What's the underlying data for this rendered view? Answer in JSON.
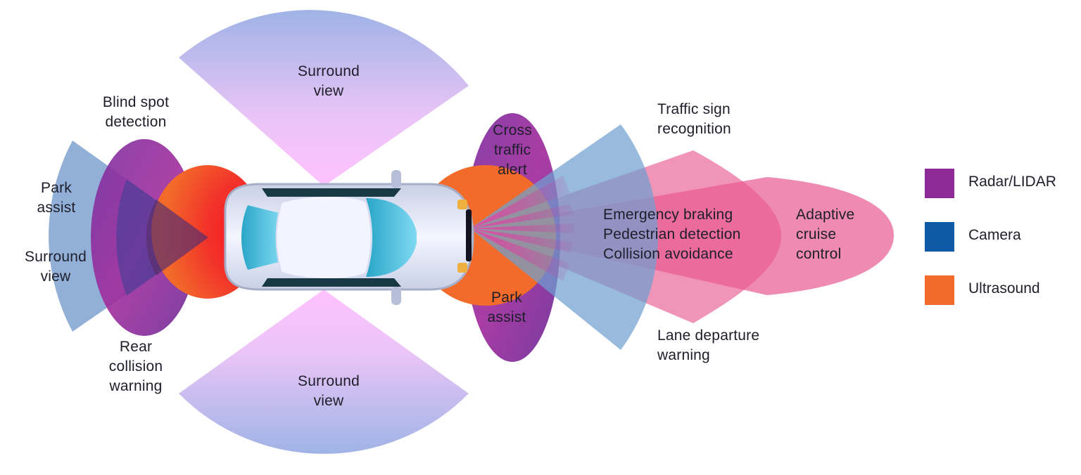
{
  "labels": {
    "surround_view_top": "Surround\nview",
    "surround_view_bottom": "Surround\nview",
    "surround_view_rear": "Surround\nview",
    "blind_spot": "Blind spot\ndetection",
    "park_assist_rear": "Park\nassist",
    "park_assist_front": "Park\nassist",
    "rear_collision": "Rear\ncollision\nwarning",
    "cross_traffic": "Cross\ntraffic\nalert",
    "traffic_sign": "Traffic sign\nrecognition",
    "emergency": "Emergency braking\nPedestrian detection\nCollision avoidance",
    "adaptive_cruise": "Adaptive\ncruise\ncontrol",
    "lane_departure": "Lane departure\nwarning"
  },
  "legend": [
    {
      "label": "Radar/LIDAR",
      "color": "#8e2a97"
    },
    {
      "label": "Camera",
      "color": "#0f5aa6"
    },
    {
      "label": "Ultrasound",
      "color": "#f26b2a"
    }
  ],
  "colors": {
    "radar": "#8e2a97",
    "camera": "#0f5aa6",
    "ultrasound": "#f26b2a",
    "long_range": "#e85a92",
    "surround_fade": "#f4b6f4"
  }
}
